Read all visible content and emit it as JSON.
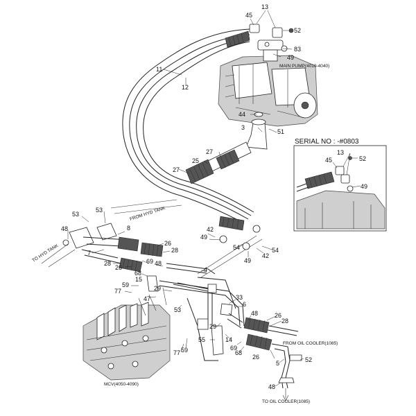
{
  "labels": {
    "main_pump": "MAIN PUMP(4010-4040)",
    "mcv": "MCV(4050-4090)",
    "from_oil_cooler": "FROM OIL COOLER(1085)",
    "to_oil_cooler": "TO OIL COOLER(1085)",
    "to_hyd_tank": "TO HYD TANK",
    "from_hyd_tank": "FROM HYD TANK",
    "serial": "SERIAL NO : -#0803"
  },
  "callouts": {
    "n13": "13",
    "n45": "45",
    "n52": "52",
    "n83": "83",
    "n49": "49",
    "n11": "11",
    "n12": "12",
    "n44": "44",
    "n3": "3",
    "n51": "51",
    "n27a": "27",
    "n25": "25",
    "n27b": "27",
    "ins13": "13",
    "ins45": "45",
    "ins52": "52",
    "ins49": "49",
    "n53a": "53",
    "n53b": "53",
    "n48a": "48",
    "n8": "8",
    "n7": "7",
    "n26a": "26",
    "n28a": "28",
    "n28b": "28",
    "n26b": "26",
    "n68a": "68",
    "n15": "15",
    "n69a": "69",
    "n48b": "48",
    "n49b": "49",
    "n42a": "42",
    "n54a": "54",
    "n42b": "42",
    "n49c": "49",
    "n54b": "54",
    "n4": "4",
    "n59a": "59",
    "n77a": "77",
    "n47": "47",
    "n29a": "29",
    "n53c": "53",
    "n33": "33",
    "n6": "6",
    "n48c": "48",
    "n26c": "26",
    "n28c": "28",
    "n29b": "29",
    "n14": "14",
    "n69b": "69",
    "n68b": "68",
    "n26d": "26",
    "n55": "55",
    "n77b": "77",
    "n59b": "59",
    "n5": "5",
    "n52b": "52",
    "n48d": "48"
  }
}
